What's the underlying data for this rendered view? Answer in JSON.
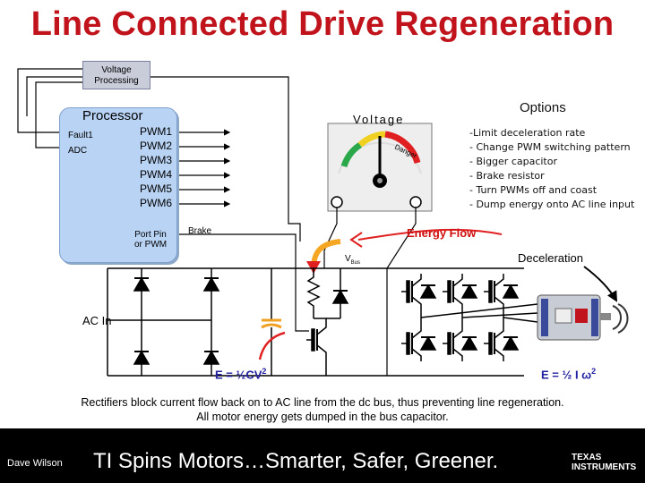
{
  "title": "Line Connected Drive Regeneration",
  "voltage_processing": {
    "line1": "Voltage",
    "line2": "Processing"
  },
  "processor": {
    "title": "Processor",
    "fault": "Fault1",
    "adc": "ADC",
    "pwms": [
      "PWM1",
      "PWM2",
      "PWM3",
      "PWM4",
      "PWM5",
      "PWM6"
    ],
    "port_pin": {
      "line1": "Port Pin",
      "line2": "or PWM"
    }
  },
  "meter": {
    "label": "Voltage",
    "danger": "Danger"
  },
  "options": {
    "title": "Options",
    "items": [
      "-Limit deceleration rate",
      "- Change PWM switching pattern",
      "- Bigger capacitor",
      "- Brake resistor",
      "- Turn PWMs off and coast",
      "- Dump energy onto AC line input"
    ]
  },
  "labels": {
    "brake": "Brake",
    "energy_flow": "Energy Flow",
    "vbus": "V",
    "vbus_sub": "Bus",
    "deceleration": "Deceleration",
    "ac_in": "AC In",
    "e_cap": "E = ½CV",
    "e_cap_sup": "2",
    "e_motor": "E = ½ I ω",
    "e_motor_sup": "2"
  },
  "caption": {
    "line1": "Rectifiers block current flow back on to AC line from the dc bus, thus preventing line regeneration.",
    "line2": "All motor energy gets dumped in the bus capacitor."
  },
  "footer": {
    "author": "Dave Wilson",
    "slogan": "TI Spins Motors…Smarter, Safer, Greener.",
    "brand_line1": "TEXAS",
    "brand_line2": "INSTRUMENTS"
  },
  "colors": {
    "title": "#c0131b",
    "processor_fill": "#b8d3f4",
    "energy_flow": "#d01010",
    "arrow": "#f5a623"
  }
}
